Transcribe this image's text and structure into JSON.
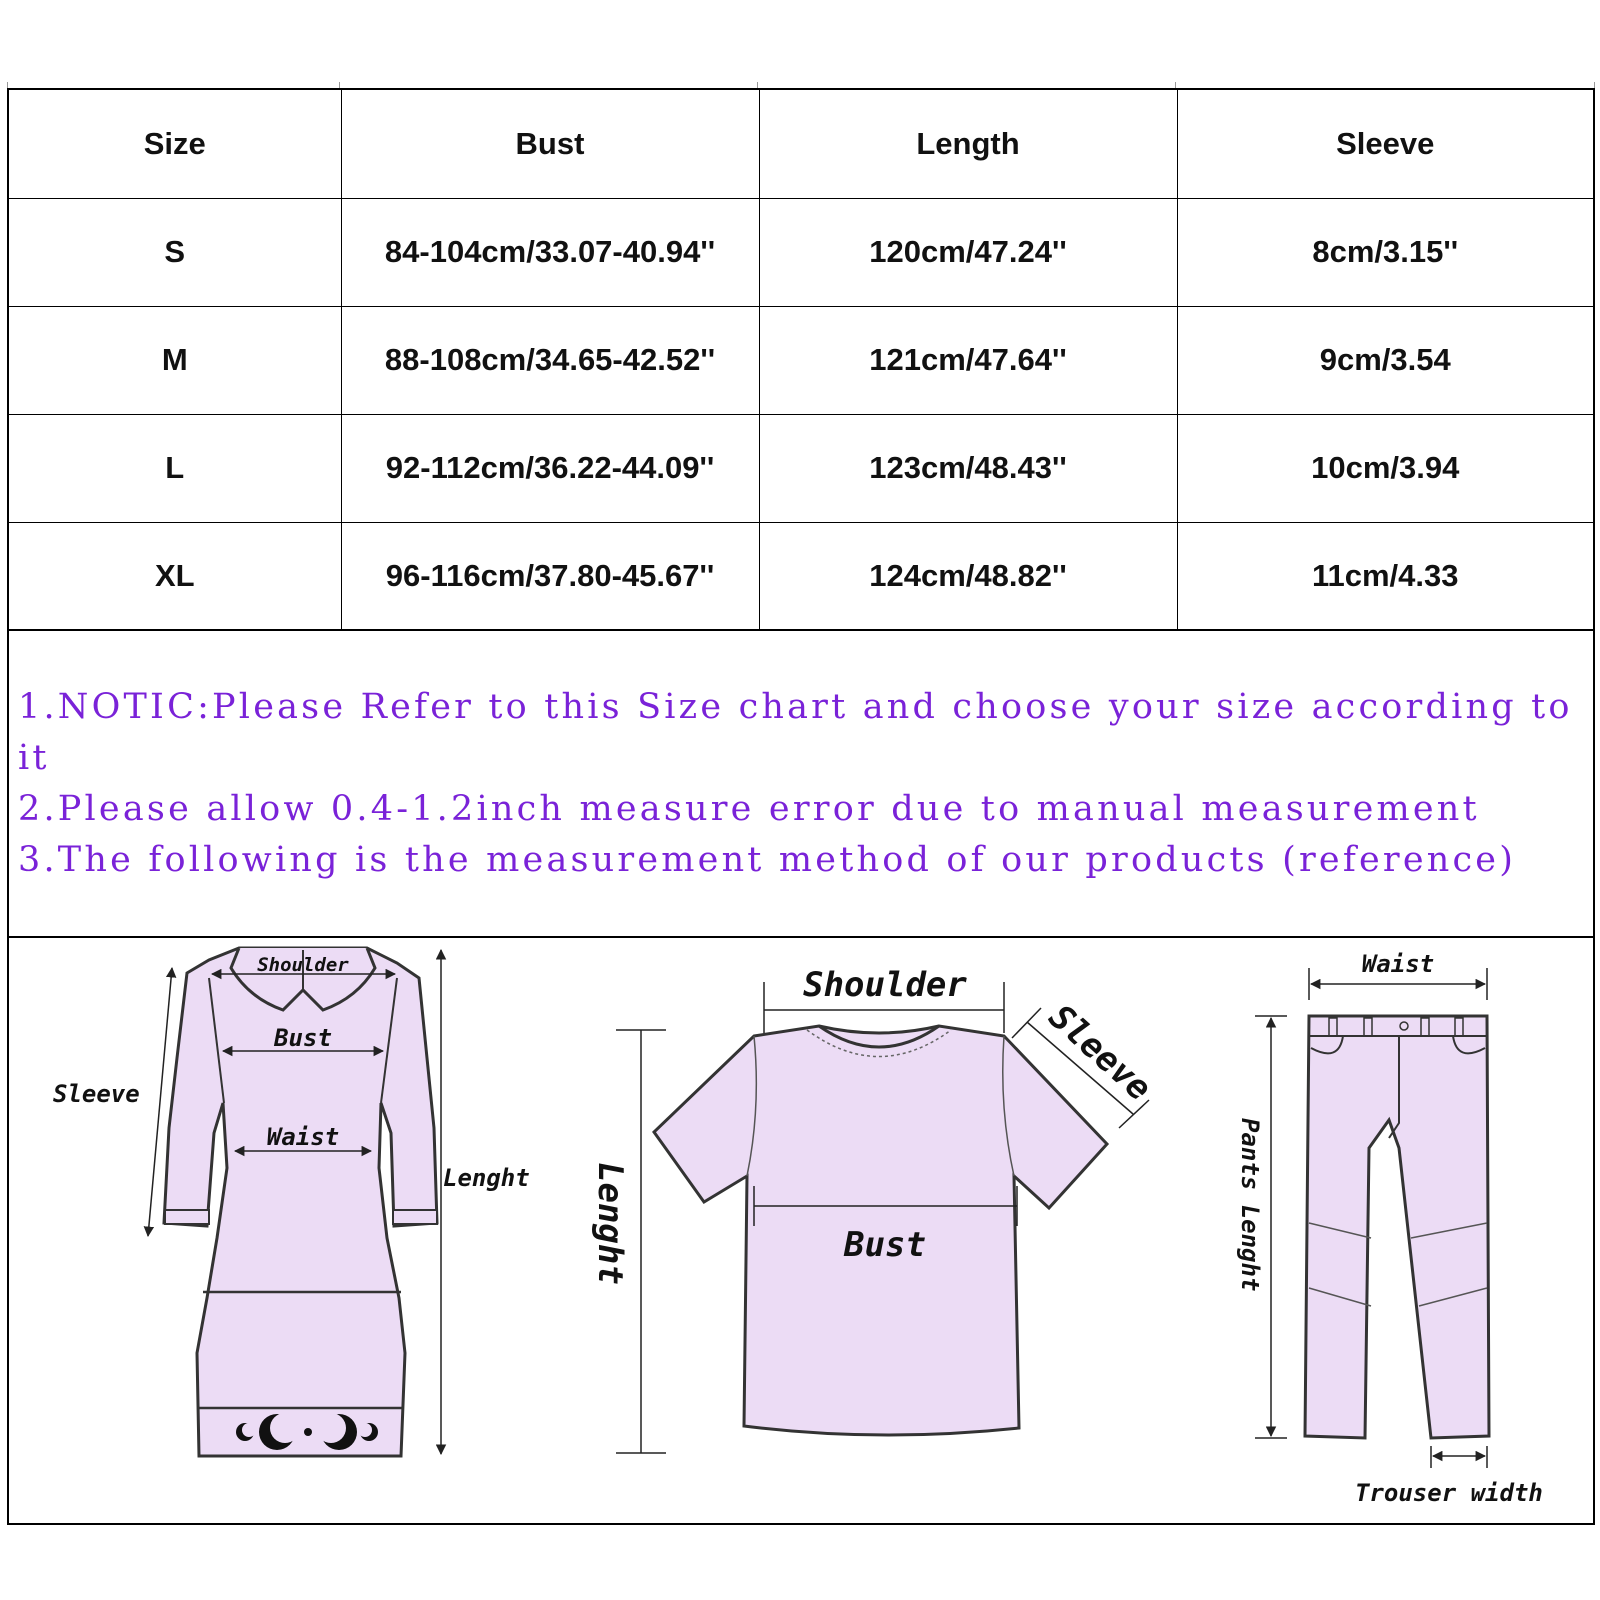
{
  "table": {
    "headers": [
      "Size",
      "Bust",
      "Length",
      "Sleeve"
    ],
    "rows": [
      [
        "S",
        "84-104cm/33.07-40.94''",
        "120cm/47.24''",
        "8cm/3.15''"
      ],
      [
        "M",
        "88-108cm/34.65-42.52''",
        "121cm/47.64''",
        "9cm/3.54"
      ],
      [
        "L",
        "92-112cm/36.22-44.09''",
        "123cm/48.43''",
        "10cm/3.94"
      ],
      [
        "XL",
        "96-116cm/37.80-45.67''",
        "124cm/48.82''",
        "11cm/4.33"
      ]
    ]
  },
  "notes": [
    "1.NOTIC:Please Refer to this Size chart and choose your size according to it",
    "2.Please allow 0.4-1.2inch measure error due to manual measurement",
    "3.The following is the measurement method of our products (reference)"
  ],
  "diagrams": {
    "dress": {
      "shoulder": "Shoulder",
      "bust": "Bust",
      "waist": "Waist",
      "sleeve": "Sleeve",
      "length": "Lenght"
    },
    "tshirt": {
      "shoulder": "Shoulder",
      "sleeve": "Sleeve",
      "length": "Lenght",
      "bust": "Bust"
    },
    "pants": {
      "waist": "Waist",
      "length": "Pants Lenght",
      "width": "Trouser width"
    }
  },
  "colors": {
    "garment_fill": "#ecdcf5",
    "note_text": "#7a22d8",
    "outline": "#333333"
  }
}
